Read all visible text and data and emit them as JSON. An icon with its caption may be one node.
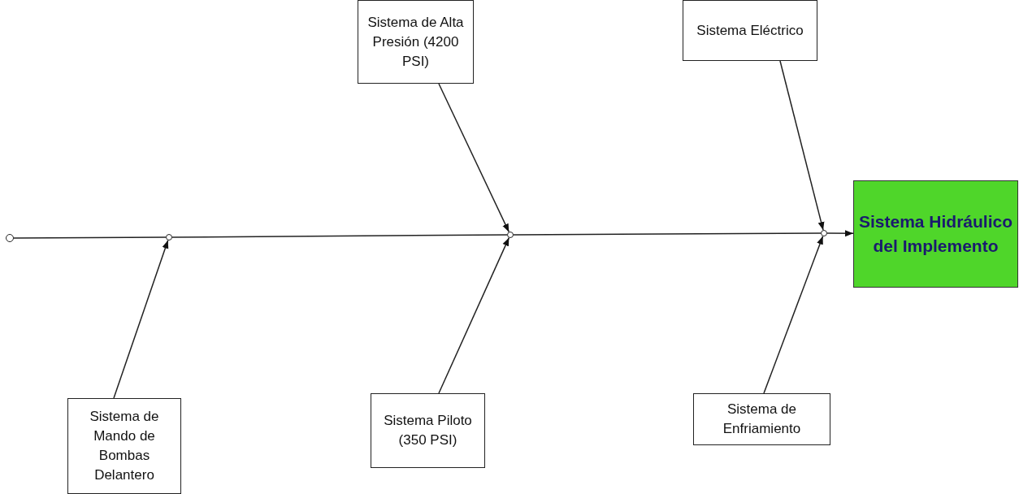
{
  "diagram": {
    "nodes": [
      {
        "text": [
          "Sistema de Alta Presión (4200 PSI)"
        ]
      },
      {
        "text": [
          "Sistema Eléctrico"
        ]
      },
      {
        "text": [
          "Sistema Hidráulico del Implemento"
        ]
      },
      {
        "text": [
          "Sistema de Mando de Bombas Delantero"
        ]
      },
      {
        "text": [
          "Sistema Piloto (350 PSI)"
        ]
      },
      {
        "text": [
          "Sistema de Enfriamiento"
        ]
      },
      {
        "text": [],
        "shape": "circle"
      },
      {
        "text": [],
        "shape": "circle"
      },
      {
        "text": [],
        "shape": "circle"
      },
      {
        "text": [],
        "shape": "circle"
      }
    ],
    "edges": [
      {
        "from": 6,
        "to": 7,
        "arrow": "none"
      },
      {
        "from": 7,
        "to": 8,
        "arrow": "none"
      },
      {
        "from": 8,
        "to": 9,
        "arrow": "none"
      },
      {
        "from": 9,
        "to": 2,
        "arrow": "to"
      },
      {
        "from": 3,
        "to": 7,
        "arrow": "to"
      },
      {
        "from": 0,
        "to": 8,
        "arrow": "to"
      },
      {
        "from": 4,
        "to": 8,
        "arrow": "to"
      },
      {
        "from": 1,
        "to": 9,
        "arrow": "to"
      },
      {
        "from": 5,
        "to": 9,
        "arrow": "to"
      }
    ]
  }
}
